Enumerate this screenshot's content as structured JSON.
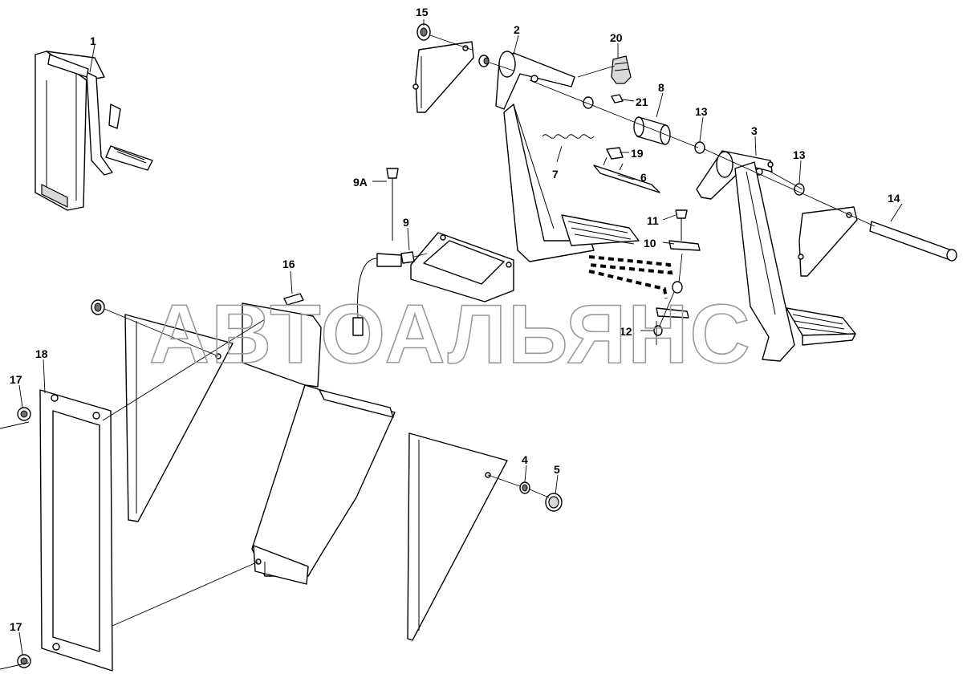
{
  "watermark": "АВТОАЛЬЯНС",
  "callouts": [
    {
      "id": "1",
      "label": "1"
    },
    {
      "id": "2",
      "label": "2"
    },
    {
      "id": "3",
      "label": "3"
    },
    {
      "id": "4",
      "label": "4"
    },
    {
      "id": "5",
      "label": "5"
    },
    {
      "id": "6",
      "label": "6"
    },
    {
      "id": "7",
      "label": "7"
    },
    {
      "id": "8",
      "label": "8"
    },
    {
      "id": "9",
      "label": "9"
    },
    {
      "id": "9A",
      "label": "9A"
    },
    {
      "id": "10",
      "label": "10"
    },
    {
      "id": "11",
      "label": "11"
    },
    {
      "id": "12",
      "label": "12"
    },
    {
      "id": "13a",
      "label": "13"
    },
    {
      "id": "13b",
      "label": "13"
    },
    {
      "id": "14",
      "label": "14"
    },
    {
      "id": "15",
      "label": "15"
    },
    {
      "id": "16",
      "label": "16"
    },
    {
      "id": "17a",
      "label": "17"
    },
    {
      "id": "17b",
      "label": "17"
    },
    {
      "id": "18",
      "label": "18"
    },
    {
      "id": "19",
      "label": "19"
    },
    {
      "id": "20",
      "label": "20"
    },
    {
      "id": "21",
      "label": "21"
    }
  ]
}
